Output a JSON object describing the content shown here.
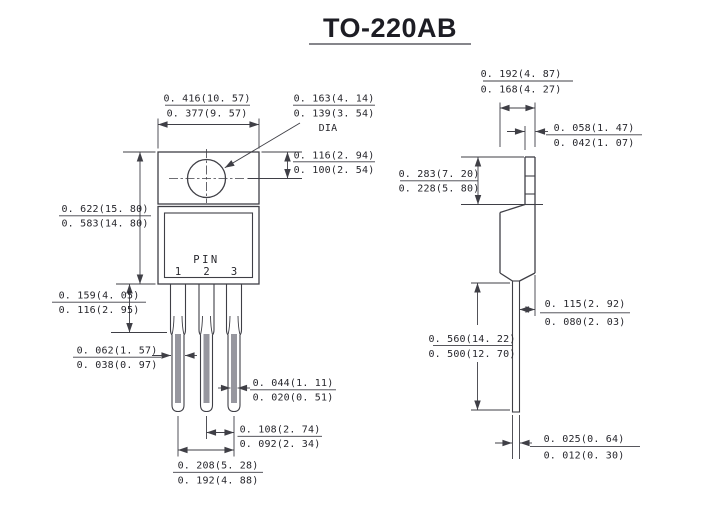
{
  "title": "TO-220AB",
  "front_view": {
    "pin_label": "PIN",
    "pin_numbers": [
      "1",
      "2",
      "3"
    ],
    "dims": {
      "body_width": {
        "max": "0. 416(10. 57)",
        "min": "0. 377(9. 57)"
      },
      "hole_diameter": {
        "max": "0. 163(4. 14)",
        "min": "0. 139(3. 54)",
        "label": "DIA"
      },
      "hole_center": {
        "max": "0. 116(2. 94)",
        "min": "0. 100(2. 54)"
      },
      "body_height": {
        "max": "0. 622(15. 80)",
        "min": "0. 583(14. 80)"
      },
      "shoulder_length": {
        "max": "0. 159(4. 05)",
        "min": "0. 116(2. 95)"
      },
      "shoulder_width": {
        "max": "0. 062(1. 57)",
        "min": "0. 038(0. 97)"
      },
      "lead_width": {
        "max": "0. 044(1. 11)",
        "min": "0. 020(0. 51)"
      },
      "lead_pitch": {
        "max": "0. 108(2. 74)",
        "min": "0. 092(2. 34)"
      },
      "lead_span": {
        "max": "0. 208(5. 28)",
        "min": "0. 192(4. 88)"
      }
    }
  },
  "side_view": {
    "dims": {
      "body_thickness": {
        "max": "0. 192(4. 87)",
        "min": "0. 168(4. 27)"
      },
      "tab_thickness": {
        "max": "0. 058(1. 47)",
        "min": "0. 042(1. 07)"
      },
      "tab_height": {
        "max": "0. 283(7. 20)",
        "min": "0. 228(5. 80)"
      },
      "lead_offset": {
        "max": "0. 115(2. 92)",
        "min": "0. 080(2. 03)"
      },
      "lead_length": {
        "max": "0. 560(14. 22)",
        "min": "0. 500(12. 70)"
      },
      "lead_thickness": {
        "max": "0. 025(0. 64)",
        "min": "0. 012(0. 30)"
      }
    }
  },
  "colors": {
    "line": "#3f3f46",
    "text": "#26262c",
    "lead_fill": "#97979f"
  }
}
